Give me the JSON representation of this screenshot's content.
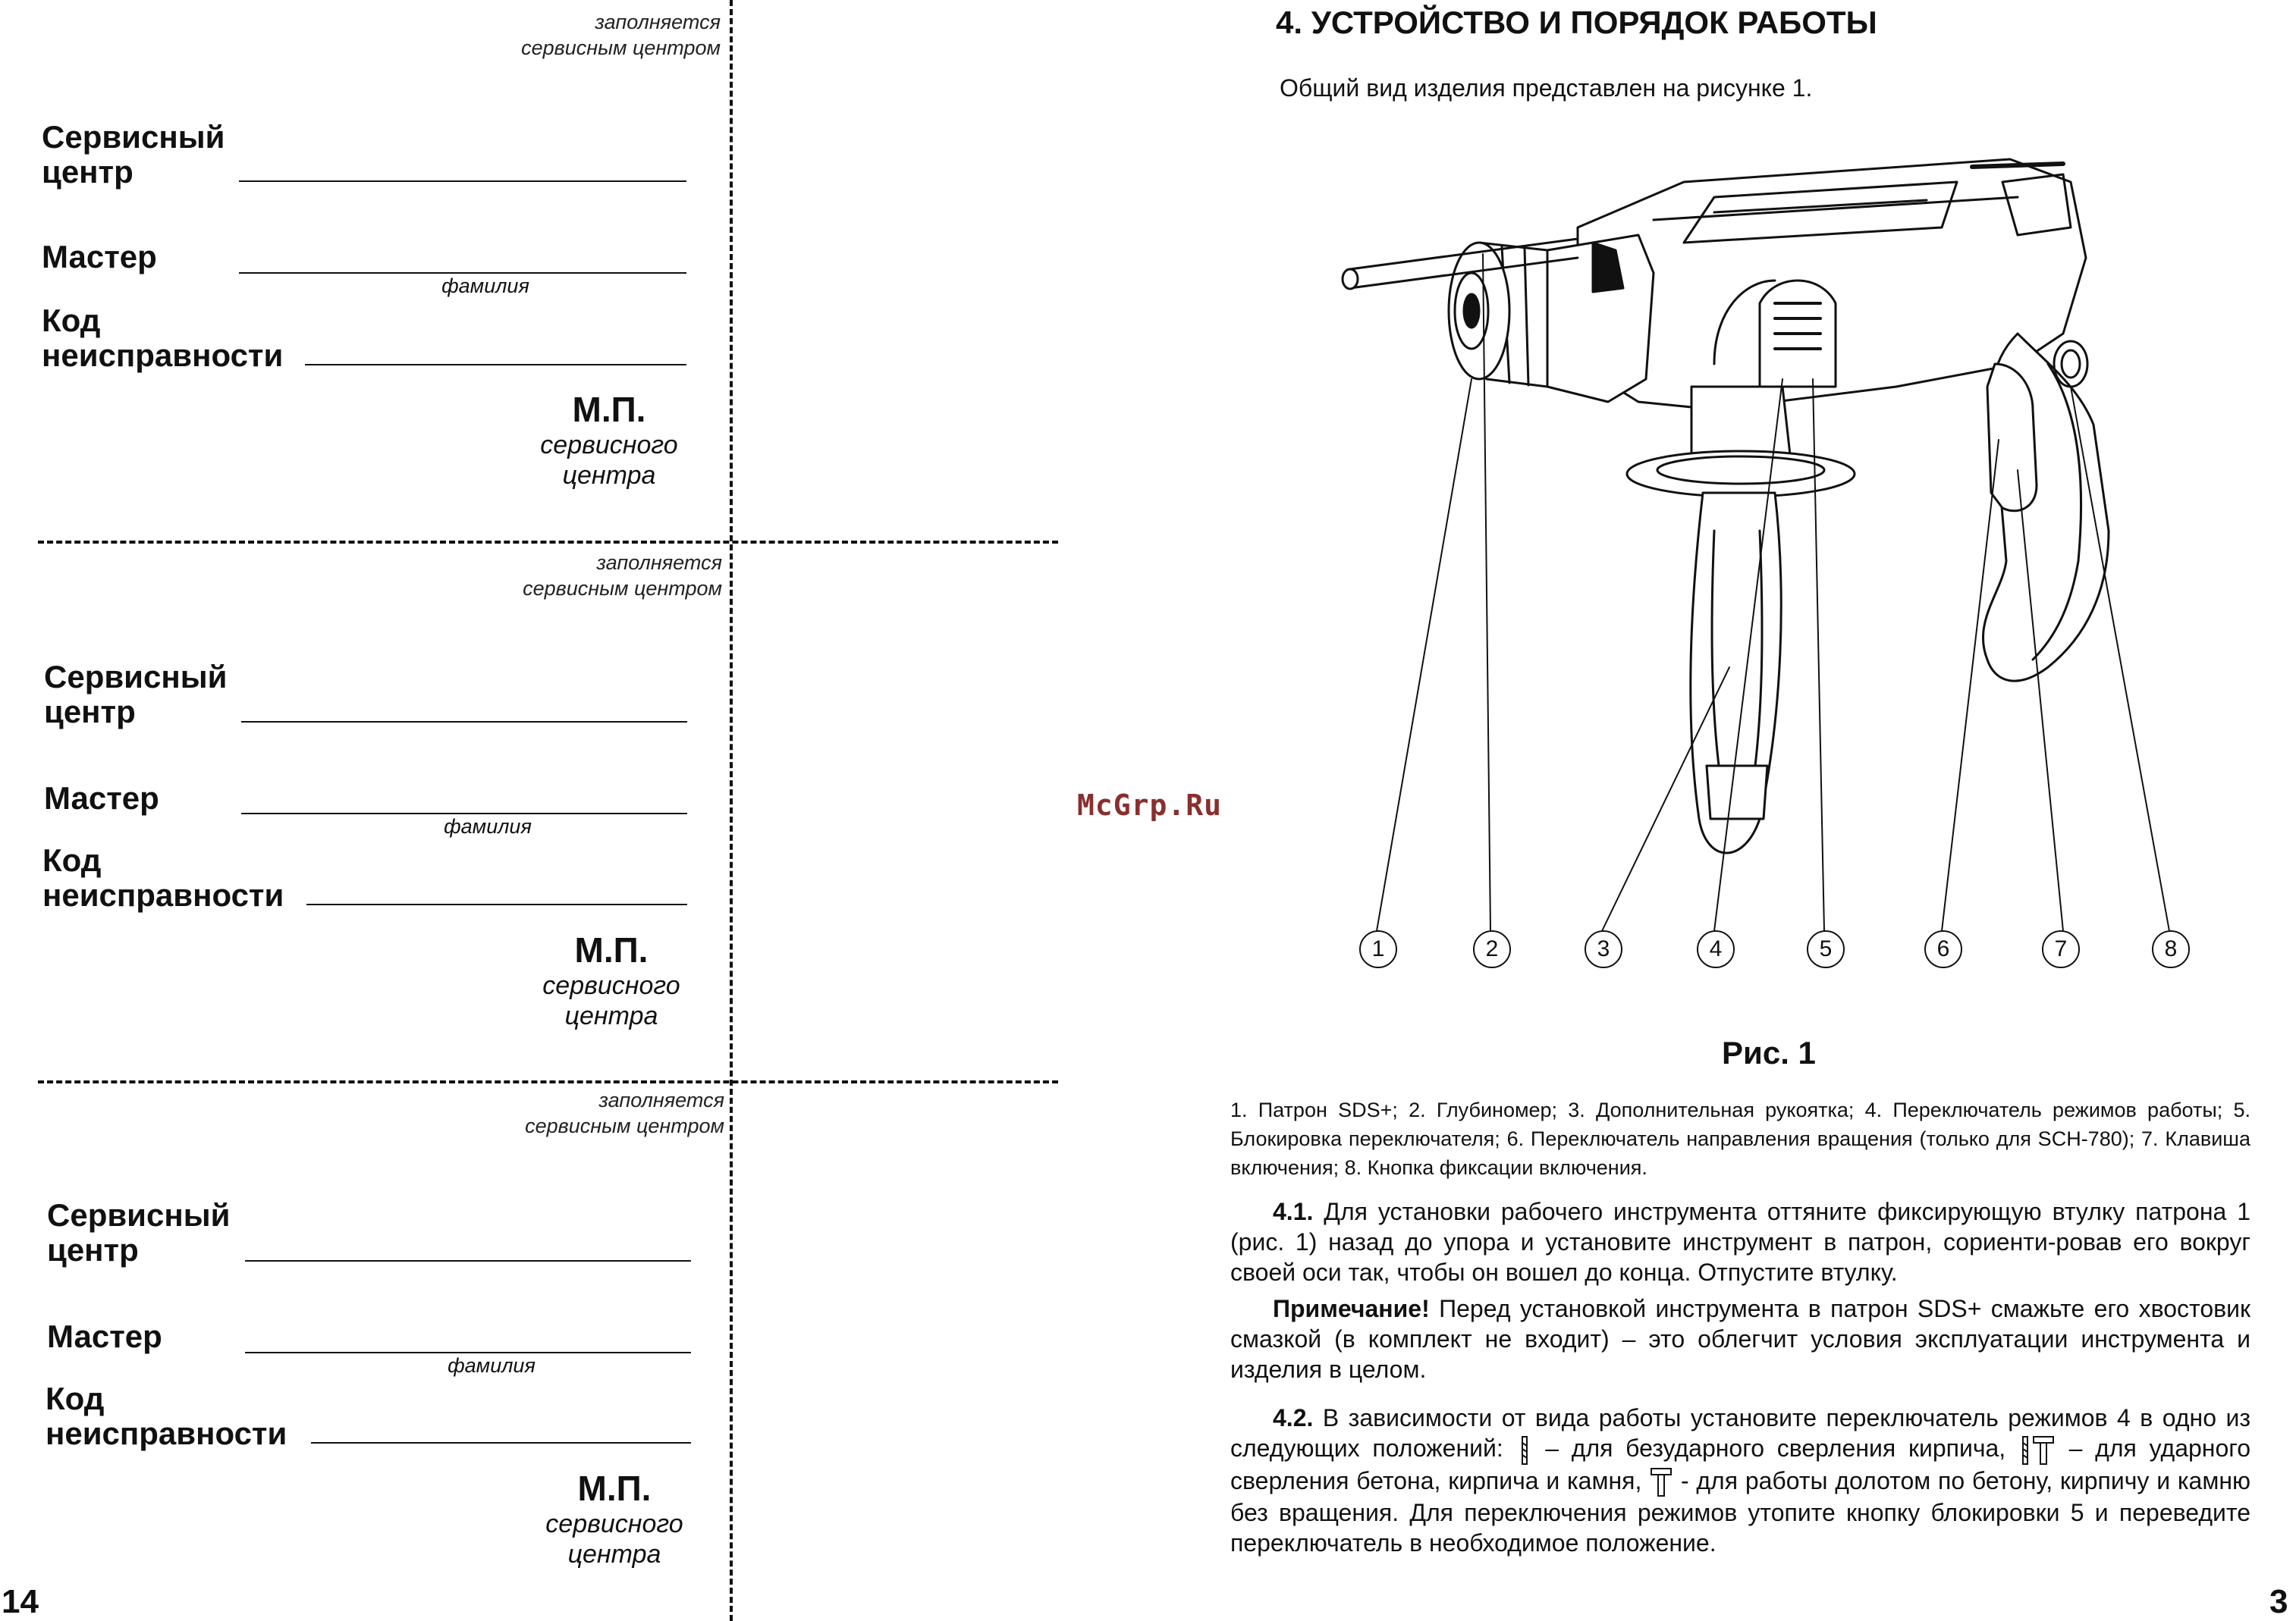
{
  "left_page": {
    "page_number": "14",
    "coupons": [
      {
        "note_line1": "заполняется",
        "note_line2": "сервисным центром",
        "service_center": [
          "Сервисный",
          "центр"
        ],
        "master": "Мастер",
        "surname_hint": "фамилия",
        "fault_code": [
          "Код",
          "неисправности"
        ],
        "stamp_title": "М.П.",
        "stamp_sub": [
          "сервисного",
          "центра"
        ]
      },
      {
        "note_line1": "заполняется",
        "note_line2": "сервисным центром",
        "service_center": [
          "Сервисный",
          "центр"
        ],
        "master": "Мастер",
        "surname_hint": "фамилия",
        "fault_code": [
          "Код",
          "неисправности"
        ],
        "stamp_title": "М.П.",
        "stamp_sub": [
          "сервисного",
          "центра"
        ]
      },
      {
        "note_line1": "заполняется",
        "note_line2": "сервисным центром",
        "service_center": [
          "Сервисный",
          "центр"
        ],
        "master": "Мастер",
        "surname_hint": "фамилия",
        "fault_code": [
          "Код",
          "неисправности"
        ],
        "stamp_title": "М.П.",
        "stamp_sub": [
          "сервисного",
          "центра"
        ]
      }
    ]
  },
  "right_page": {
    "page_number": "3",
    "section_title": "4. УСТРОЙСТВО И ПОРЯДОК РАБОТЫ",
    "intro": "Общий вид изделия представлен на рисунке 1.",
    "figure": {
      "callouts": [
        "1",
        "2",
        "3",
        "4",
        "5",
        "6",
        "7",
        "8"
      ],
      "caption": "Рис. 1",
      "legend": "1. Патрон SDS+; 2. Глубиномер; 3. Дополнительная рукоятка; 4. Переключатель режимов работы; 5. Блокировка переключателя; 6. Переключатель направления вращения (только для SCH-780); 7. Клавиша включения; 8. Кнопка фиксации включения."
    },
    "p41": {
      "num": "4.1.",
      "text": "Для установки рабочего инструмента оттяните фиксирующую втулку патрона 1 (рис. 1) назад до упора и установите инструмент в патрон, сориенти-ровав его вокруг своей оси так, чтобы он вошел до конца. Отпустите втулку."
    },
    "note": {
      "label": "Примечание!",
      "text": "Перед установкой инструмента в патрон SDS+ смажьте его хвостовик смазкой (в комплект не входит) – это облегчит условия эксплуатации инструмента и изделия в целом."
    },
    "p42": {
      "num": "4.2.",
      "t1": "В зависимости от вида работы установите переключатель режимов 4 в одно из следующих положений:",
      "t2": "– для безударного сверления кирпича,",
      "t3": "– для ударного сверления бетона, кирпича и камня,",
      "t4": "- для работы долотом по бетону, кирпичу и камню без вращения. Для переключения режимов утопите кнопку блокировки 5 и переведите переключатель в необходимое положение.",
      "icons": [
        "drill-icon",
        "drill-hammer-icon",
        "chisel-icon"
      ]
    }
  },
  "watermark": "McGrp.Ru"
}
